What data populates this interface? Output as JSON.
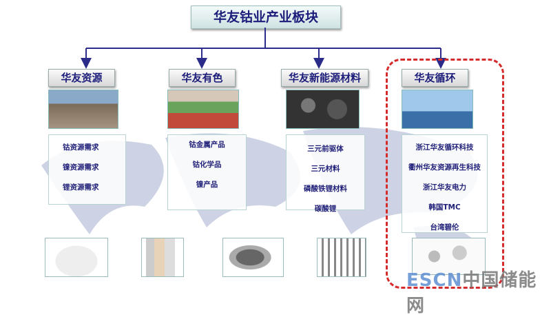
{
  "title": "华友钴业产业板块",
  "columns": [
    {
      "header": "华友资源",
      "items": [
        "钴资源需求",
        "镍资源需求",
        "锂资源需求"
      ]
    },
    {
      "header": "华友有色",
      "items": [
        "钴金属产品",
        "钴化学品",
        "镍产品"
      ]
    },
    {
      "header": "华友新能源材料",
      "items": [
        "三元前驱体",
        "三元材料",
        "磷酸铁锂材料",
        "碳酸锂"
      ]
    },
    {
      "header": "华友循环",
      "items": [
        "浙江华友循环科技",
        "衢州华友资源再生科技",
        "浙江华友电力",
        "韩国TMC",
        "台湾碧伦"
      ]
    }
  ],
  "watermark": {
    "latin": "ESCN",
    "cjk": "中国储能网"
  },
  "colors": {
    "accent": "#1c1c7a",
    "highlight": "#d62b2b"
  }
}
